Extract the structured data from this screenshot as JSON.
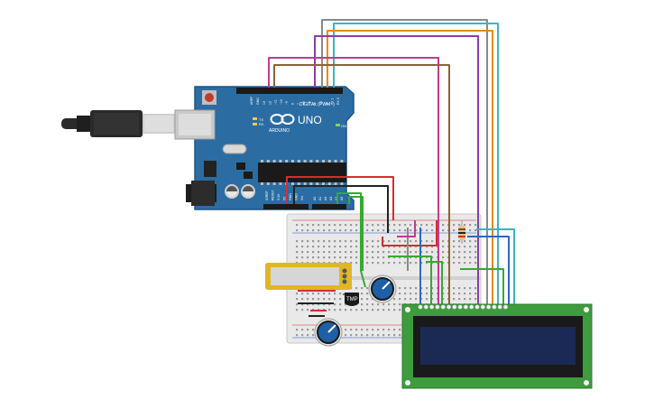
{
  "arduino": {
    "brand": "ARDUINO",
    "model": "UNO",
    "digital_header": "DIGITAL (PWM~)",
    "tx": "TX",
    "rx": "RX",
    "on": "ON",
    "aref": "AREF",
    "gnd": "GND",
    "analog_in": "ANALOG IN",
    "power_labels": [
      "IOREF",
      "RESET",
      "3.3V",
      "5V",
      "GND",
      "GND",
      "Vin"
    ],
    "analog_pins": [
      "A0",
      "A1",
      "A2",
      "A3",
      "A4",
      "A5"
    ],
    "digital_pins": [
      "13",
      "12",
      "~11",
      "~10",
      "~9",
      "8",
      "7",
      "~6",
      "~5",
      "4",
      "~3",
      "2",
      "TX 1",
      "RX 0"
    ]
  },
  "sensor": {
    "label": "TMP"
  },
  "lcd": {
    "pin_count": 16
  },
  "colors": {
    "board": "#2b6ca3",
    "board_edge": "#1e5485",
    "lcd_pcb": "#3d9c3d",
    "lcd_screen": "#1b2a55",
    "breadboard": "#e9e9e9",
    "wire_red": "#d32f2f",
    "wire_black": "#222222",
    "wire_green": "#38a832",
    "wire_blue": "#2f67c2",
    "wire_purple": "#8e3aa9",
    "wire_magenta": "#c13b94",
    "wire_orange": "#e68a1a",
    "wire_brown": "#8c6239",
    "wire_cyan": "#3ab3c9",
    "wire_gray": "#8a8a8a",
    "wire_yellow": "#e0b623"
  }
}
